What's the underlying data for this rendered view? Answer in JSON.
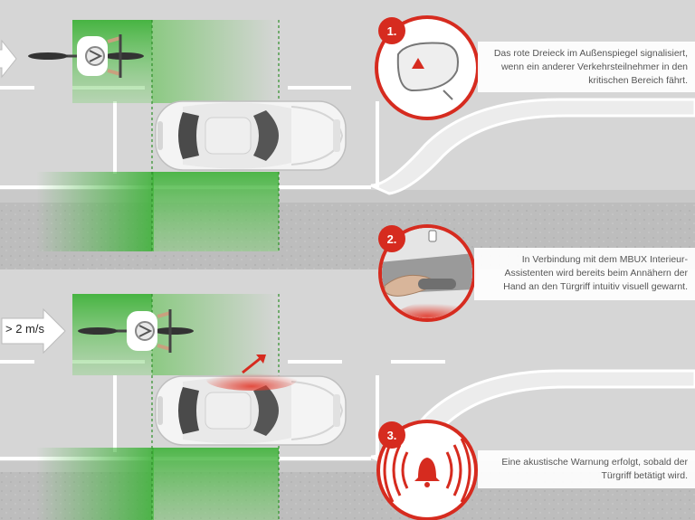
{
  "steps": [
    {
      "number": "1.",
      "text": "Das rote Dreieck im Außenspiegel signalisiert, wenn ein anderer Verkehrsteilnehmer in den kritischen Bereich fährt."
    },
    {
      "number": "2.",
      "text": "In Verbindung mit dem MBUX Interieur-Assistenten wird bereits beim Annähern der Hand an den Türgriff intuitiv visuell gewarnt."
    },
    {
      "number": "3.",
      "text": "Eine akustische Warnung erfolgt, sobald der Türgriff betätigt wird."
    }
  ],
  "speed_label": "> 2 m/s",
  "colors": {
    "accent_red": "#d62b1f",
    "zone_green": "#4cb848",
    "road": "#d8d8d8",
    "sidewalk": "#b9b9b9"
  },
  "icons": [
    "mirror-warning-icon",
    "hand-door-handle-icon",
    "bell-warning-icon",
    "cyclist-icon",
    "car-icon",
    "arrow-icon"
  ]
}
